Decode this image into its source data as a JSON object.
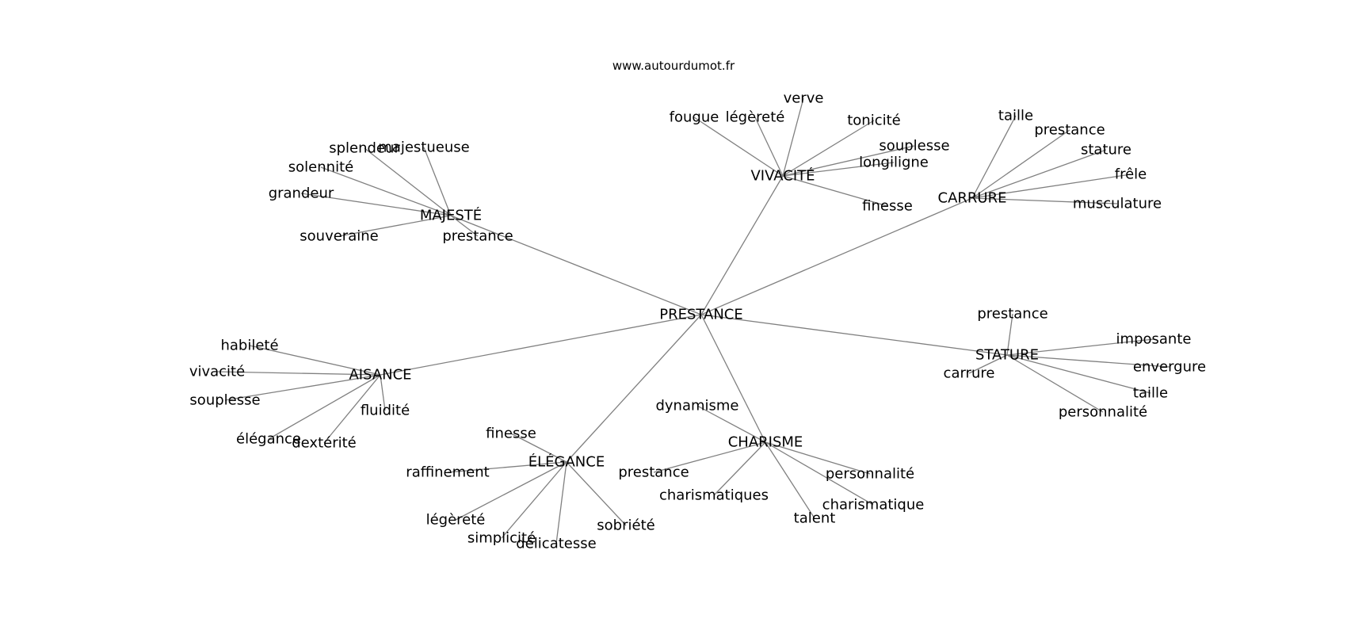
{
  "source": "www.autourdumot.fr",
  "root": "PRESTANCE",
  "groups": [
    {
      "key": "majeste",
      "label": "MAJESTÉ",
      "leaves": [
        "splendeur",
        "majestueuse",
        "solennité",
        "grandeur",
        "souveraine",
        "prestance"
      ]
    },
    {
      "key": "vivacite",
      "label": "VIVACITÉ",
      "leaves": [
        "verve",
        "fougue",
        "légèreté",
        "tonicité",
        "souplesse",
        "longiligne",
        "finesse"
      ]
    },
    {
      "key": "carrure",
      "label": "CARRURE",
      "leaves": [
        "taille",
        "prestance",
        "stature",
        "frêle",
        "musculature"
      ]
    },
    {
      "key": "aisance",
      "label": "AISANCE",
      "leaves": [
        "habileté",
        "vivacité",
        "souplesse",
        "élégance",
        "fluidité",
        "dextérité"
      ]
    },
    {
      "key": "elegance",
      "label": "ÉLÉGANCE",
      "leaves": [
        "finesse",
        "raffinement",
        "légèreté",
        "simplicité",
        "délicatesse",
        "sobriété"
      ]
    },
    {
      "key": "charisme",
      "label": "CHARISME",
      "leaves": [
        "dynamisme",
        "prestance",
        "charismatiques",
        "personnalité",
        "charismatique",
        "talent"
      ]
    },
    {
      "key": "stature",
      "label": "STATURE",
      "leaves": [
        "prestance",
        "imposante",
        "envergure",
        "taille",
        "carrure",
        "personnalité"
      ]
    }
  ]
}
